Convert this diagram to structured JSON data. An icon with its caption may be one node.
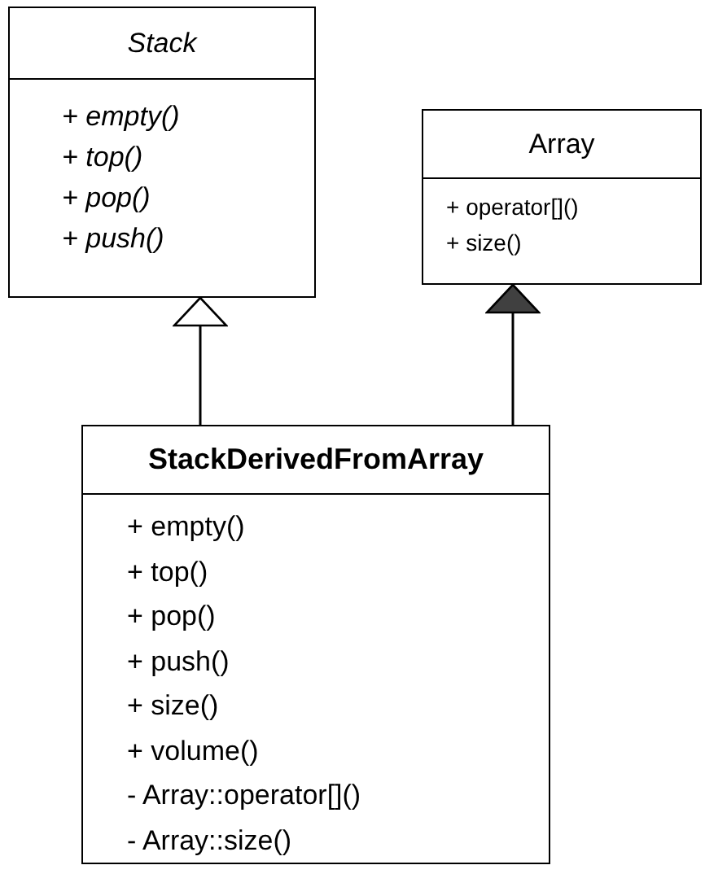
{
  "diagram": {
    "nodes": [
      {
        "text": [
          "Stack",
          "+ empty()",
          "+ top()",
          "+ pop()",
          "+ push()"
        ]
      },
      {
        "text": [
          "Array",
          "+ operator[]()",
          "+ size()"
        ]
      },
      {
        "text": [
          "StackDerivedFromArray",
          "+ empty()",
          "+ top()",
          "+ pop()",
          "+ push()",
          "+ size()",
          "+ volume()",
          "- Array::operator[]()",
          "- Array::size()"
        ]
      }
    ],
    "edges": [
      {
        "from": 2,
        "to": 0,
        "arrow": "to"
      },
      {
        "from": 2,
        "to": 1,
        "arrow": "to"
      }
    ]
  }
}
